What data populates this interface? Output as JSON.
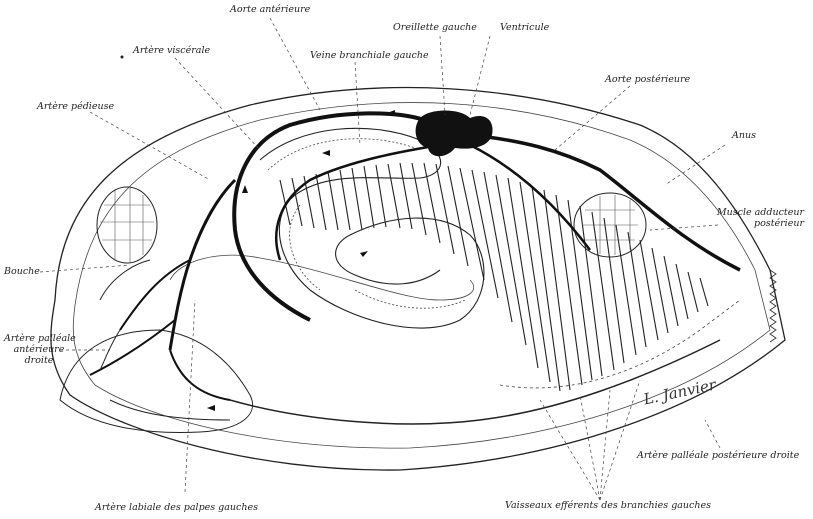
{
  "labels": {
    "aorte_anterieure": "Aorte antérieure",
    "oreillette_gauche": "Oreillette gauche",
    "ventricule": "Ventricule",
    "artere_viscerale": "Artère viscérale",
    "veine_branchiale_gauche": "Veine branchiale gauche",
    "aorte_posterieure": "Aorte postérieure",
    "artere_pedieuse": "Artère pédieuse",
    "anus": "Anus",
    "muscle_adducteur_line1": "Muscle adducteur",
    "muscle_adducteur_line2": "postérieur",
    "bouche": "Bouche",
    "artere_palleale_ant_line1": "Artère palléale",
    "artere_palleale_ant_line2": "antérieure",
    "artere_palleale_ant_line3": "droite",
    "artere_palleale_post": "Artère palléale postérieure droite",
    "artere_labiale": "Artère labiale des palpes gauches",
    "vaisseaux_efferents": "Vaisseaux efférents des branchies gauches"
  },
  "signature": "L. Janvier"
}
